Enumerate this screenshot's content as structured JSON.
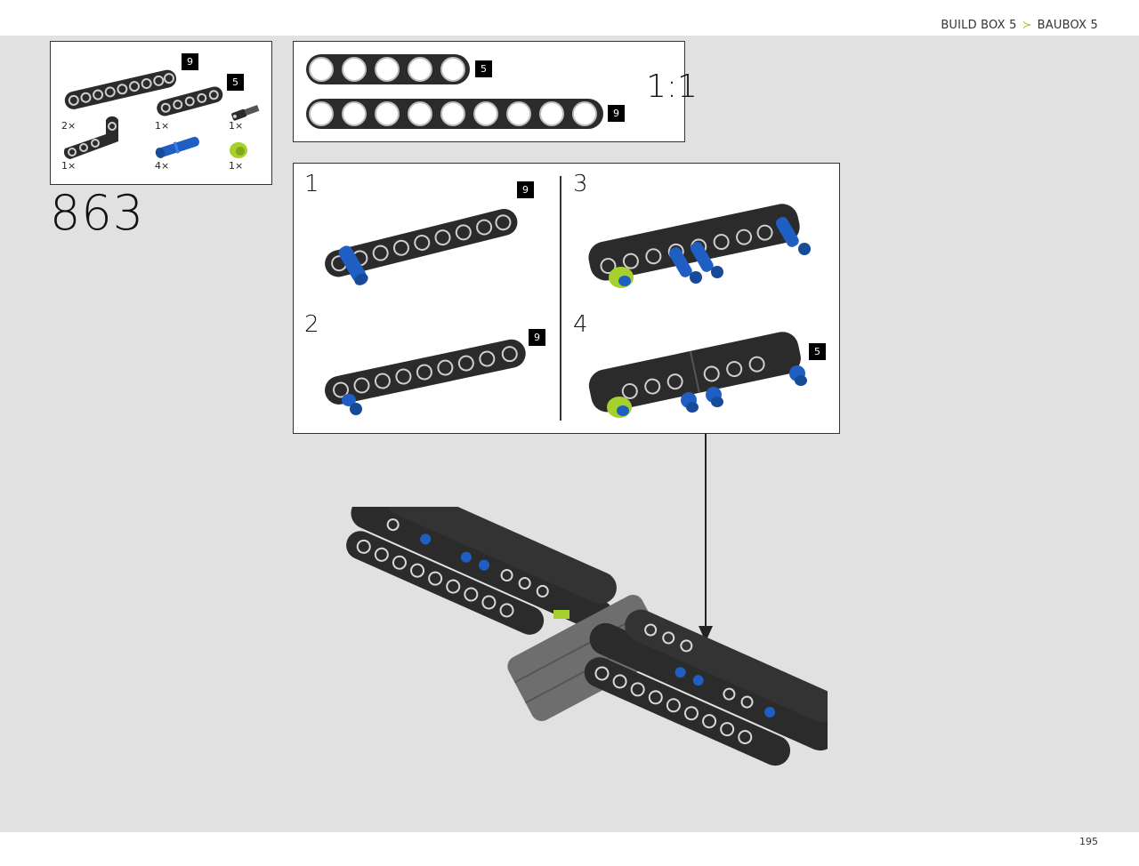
{
  "header": {
    "breadcrumb_en": "BUILD BOX 5",
    "breadcrumb_sep": "≻",
    "breadcrumb_de": "BAUBOX 5"
  },
  "parts": {
    "items": [
      {
        "name": "beam-9",
        "badge": "9",
        "qty": "2×"
      },
      {
        "name": "beam-5",
        "badge": "5",
        "qty": "1×"
      },
      {
        "name": "axle-pin",
        "qty": "1×"
      },
      {
        "name": "angled-beam",
        "qty": "1×"
      },
      {
        "name": "blue-pin",
        "qty": "4×"
      },
      {
        "name": "bushing",
        "qty": "1×"
      }
    ]
  },
  "step": {
    "number": "863"
  },
  "scale": {
    "label": "1:1",
    "beams": [
      {
        "holes": 5,
        "badge": "5"
      },
      {
        "holes": 9,
        "badge": "9"
      }
    ]
  },
  "substeps": [
    {
      "number": "1",
      "badge": "9"
    },
    {
      "number": "2",
      "badge": "9"
    },
    {
      "number": "3"
    },
    {
      "number": "4",
      "badge": "5"
    }
  ],
  "footer": {
    "page_number": "195"
  },
  "colors": {
    "beam": "#2b2b2b",
    "pin_blue": "#1f5fc4",
    "bushing_green": "#a6d12d",
    "accent": "#9ccc2a",
    "background": "#e1e1e1"
  }
}
